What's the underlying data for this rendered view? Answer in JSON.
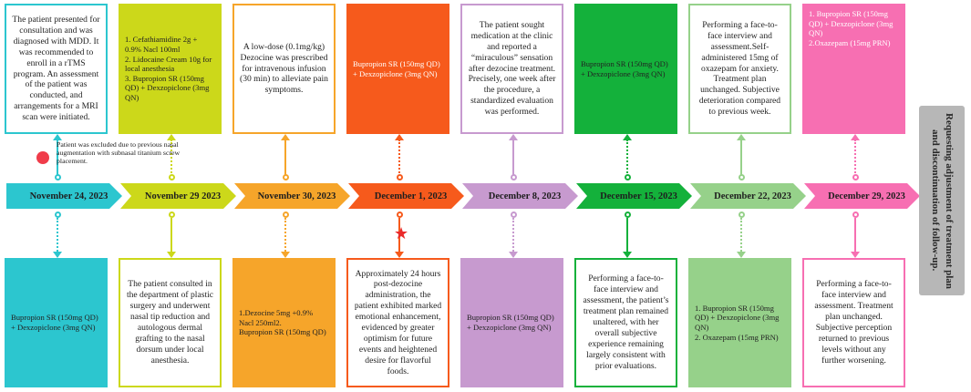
{
  "exclusion_note": "Patient was excluded due to previous nasal augmentation with subnasal titanium screw placement.",
  "final_note": "Requesting adjustment of treatment plan and discontinuation of follow-up.",
  "events": [
    {
      "date": "November 24, 2023",
      "color": "#2cc6cf",
      "top": {
        "align": "center",
        "border_only": true,
        "lines": [
          "The patient presented for consultation and was diagnosed with MDD. It was recommended to enroll in a rTMS program. An assessment of the patient was conducted, and arrangements for a MRI scan were initiated."
        ]
      },
      "bottom": {
        "align": "left",
        "border_only": false,
        "lines": [
          "Bupropion SR (150mg QD) + Dexzopiclone (3mg QN)"
        ]
      }
    },
    {
      "date": "November 29 2023",
      "color": "#ccd81a",
      "top": {
        "align": "left",
        "border_only": false,
        "lines": [
          "1. Cefathiamidine 2g + 0.9% Nacl 100ml",
          "2. Lidocaine Cream 10g for local anesthesia",
          "3. Bupropion SR (150mg QD) + Dexzopiclone (3mg QN)"
        ]
      },
      "bottom": {
        "align": "center",
        "border_only": true,
        "lines": [
          "The patient consulted in the department of plastic surgery and underwent nasal tip reduction and autologous dermal grafting to the nasal dorsum under local anesthesia."
        ]
      }
    },
    {
      "date": "November 30, 2023",
      "color": "#f6a52a",
      "top": {
        "align": "center",
        "border_only": true,
        "lines": [
          "A low-dose (0.1mg/kg) Dezocine was prescribed for intravenous infusion (30 min) to alleviate pain symptoms."
        ]
      },
      "bottom": {
        "align": "left",
        "border_only": false,
        "lines": [
          "1.Dezocine 5mg +0.9% Nacl 250ml2.",
          "Bupropion SR (150mg QD)"
        ]
      }
    },
    {
      "date": "December 1, 2023",
      "color": "#f65a1c",
      "top": {
        "align": "left",
        "border_only": false,
        "lines": [
          "Bupropion SR (150mg QD) + Dexzopiclone (3mg QN)"
        ]
      },
      "bottom": {
        "align": "center",
        "border_only": true,
        "lines": [
          "Approximately 24 hours post-dezocine administration, the patient exhibited marked emotional enhancement, evidenced by greater optimism for future events and heightened desire for flavorful foods."
        ]
      }
    },
    {
      "date": "December 8, 2023",
      "color": "#c79acf",
      "top": {
        "align": "center",
        "border_only": true,
        "lines": [
          "The patient sought medication at the clinic and reported a “miraculous” sensation after dezocine treatment. Precisely, one week after the procedure, a standardized evaluation was performed."
        ]
      },
      "bottom": {
        "align": "left",
        "border_only": false,
        "lines": [
          "Bupropion SR (150mg QD) + Dexzopiclone (3mg QN)"
        ]
      }
    },
    {
      "date": "December 15, 2023",
      "color": "#14b13b",
      "top": {
        "align": "left",
        "border_only": false,
        "lines": [
          "Bupropion SR (150mg QD) + Dexzopiclone (3mg QN)"
        ]
      },
      "bottom": {
        "align": "center",
        "border_only": true,
        "lines": [
          "Performing a face-to-face interview and assessment, the patient’s treatment plan remained unaltered, with her overall subjective experience remaining largely consistent with prior evaluations."
        ]
      }
    },
    {
      "date": "December 22, 2023",
      "color": "#96d18a",
      "top": {
        "align": "center",
        "border_only": true,
        "lines": [
          "Performing a face-to-face interview and assessment.Self-administered 15mg of oxazepam for anxiety. Treatment plan unchanged. Subjective deterioration compared to previous week."
        ]
      },
      "bottom": {
        "align": "left",
        "border_only": false,
        "lines": [
          "1. Bupropion SR (150mg QD) + Dexzopiclone (3mg QN)",
          "2. Oxazepam (15mg PRN)"
        ]
      }
    },
    {
      "date": "December 29, 2023",
      "color": "#f76fb2",
      "top": {
        "align": "left",
        "border_only": false,
        "lines": [
          "1. Bupropion SR (150mg QD) + Dexzopiclone (3mg QN)",
          "2.Oxazepam (15mg PRN)"
        ]
      },
      "bottom": {
        "align": "center",
        "border_only": true,
        "lines": [
          "Performing a face-to-face interview and assessment. Treatment plan unchanged. Subjective perception returned to previous levels without any further worsening."
        ]
      }
    }
  ]
}
